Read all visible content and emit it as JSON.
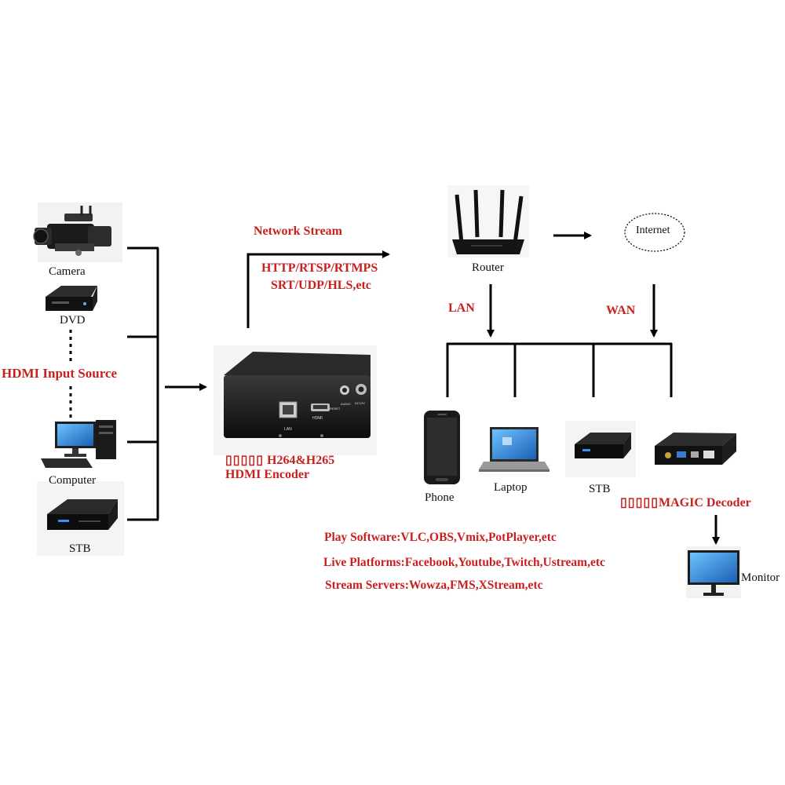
{
  "colors": {
    "accent": "#c8201e",
    "line": "#000000",
    "device": "#1a1a1a"
  },
  "sources": {
    "title": "HDMI Input Source",
    "items": [
      {
        "label": "Camera",
        "icon": "camera-icon"
      },
      {
        "label": "DVD",
        "icon": "dvd-player-icon"
      },
      {
        "label": "Computer",
        "icon": "computer-icon"
      },
      {
        "label": "STB",
        "icon": "stb-icon"
      }
    ]
  },
  "encoder": {
    "line1": "H264&H265",
    "line2": "HDMI Encoder",
    "port_labels": [
      "LAN",
      "HDMI",
      "RESET",
      "AUDIO",
      "DC12V"
    ]
  },
  "stream": {
    "title": "Network Stream",
    "protocols_1": "HTTP/RTSP/RTMPS",
    "protocols_2": "SRT/UDP/HLS,etc"
  },
  "network": {
    "router_label": "Router",
    "internet_label": "Internet",
    "lan_label": "LAN",
    "wan_label": "WAN"
  },
  "clients": [
    {
      "label": "Phone",
      "icon": "phone-icon"
    },
    {
      "label": "Laptop",
      "icon": "laptop-icon"
    },
    {
      "label": "STB",
      "icon": "stb-icon"
    }
  ],
  "decoder": {
    "label": "MAGIC Decoder"
  },
  "monitor": {
    "label": "Monitor"
  },
  "software": {
    "play": "Play Software:VLC,OBS,Vmix,PotPlayer,etc",
    "live": "Live Platforms:Facebook,Youtube,Twitch,Ustream,etc",
    "servers": "Stream Servers:Wowza,FMS,XStream,etc"
  }
}
